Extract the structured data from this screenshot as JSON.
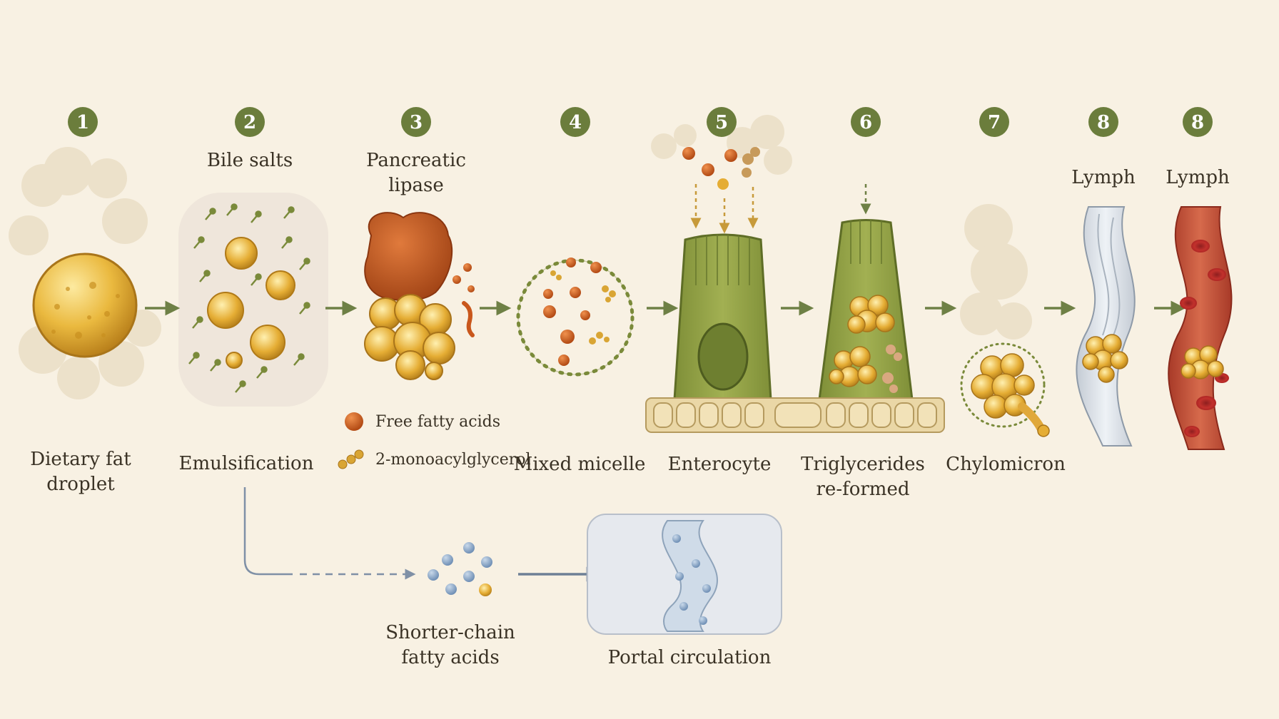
{
  "steps": [
    {
      "number": "1",
      "top_label": "",
      "bottom_label": "Dietary fat\ndroplet"
    },
    {
      "number": "2",
      "top_label": "Bile salts",
      "bottom_label": "Emulsification"
    },
    {
      "number": "3",
      "top_label": "Pancreatic\nlipase",
      "bottom_label": ""
    },
    {
      "number": "4",
      "top_label": "",
      "bottom_label": "Mixed micelle"
    },
    {
      "number": "5",
      "top_label": "",
      "bottom_label": "Enterocyte"
    },
    {
      "number": "6",
      "top_label": "",
      "bottom_label": "Triglycerides\nre-formed"
    },
    {
      "number": "7",
      "top_label": "",
      "bottom_label": "Chylomicron"
    },
    {
      "number": "8",
      "top_label": "Lymph",
      "bottom_label": ""
    },
    {
      "number": "8",
      "top_label": "Lymph",
      "bottom_label": ""
    }
  ],
  "legend": [
    {
      "label": "Free fatty acids",
      "icon": "free-fatty-acid-icon",
      "color": "#d2691e"
    },
    {
      "label": "2-monoacylglycerol",
      "icon": "monoacylglycerol-icon",
      "color": "#d9a534"
    }
  ],
  "side_path": {
    "molecule_label": "Shorter-chain\nfatty acids",
    "destination_label": "Portal circulation"
  },
  "colors": {
    "background": "#f8f1e3",
    "badge": "#6b7d3c",
    "arrow": "#6e8045",
    "fat": "#e7b13a",
    "lipase": "#c0561d",
    "cell": "#8e9e47",
    "blood": "#bf4a34",
    "side_arrow": "#7f90a6"
  }
}
